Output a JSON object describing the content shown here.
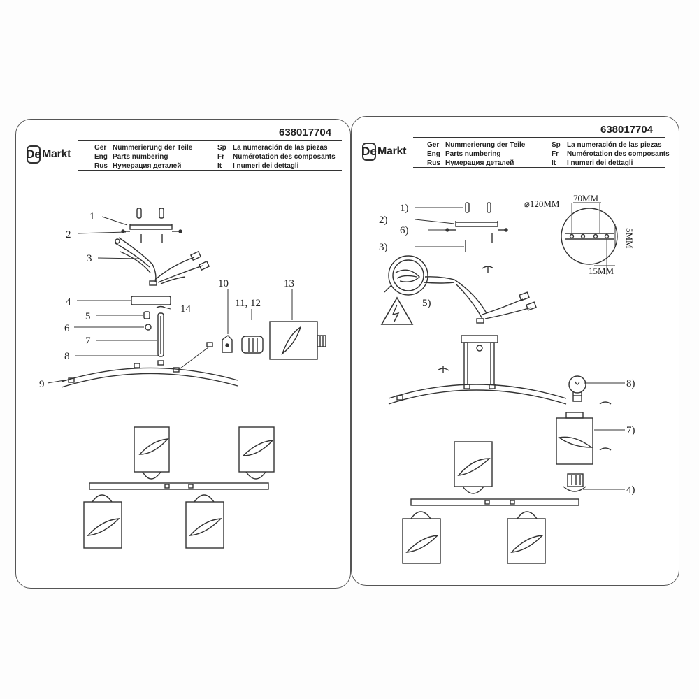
{
  "product_code": "638017704",
  "brand": {
    "name": "Markt",
    "mark": "De"
  },
  "languages": [
    {
      "code": "Ger",
      "text": "Nummerierung der Teile"
    },
    {
      "code": "Sp",
      "text": "La numeración de las piezas"
    },
    {
      "code": "Eng",
      "text": "Parts numbering"
    },
    {
      "code": "Fr",
      "text": "Numérotation des composants"
    },
    {
      "code": "Rus",
      "text": "Нумерация деталей"
    },
    {
      "code": "It",
      "text": "I numeri dei dettagli"
    }
  ],
  "left_labels": [
    "1",
    "2",
    "3",
    "4",
    "5",
    "6",
    "7",
    "8",
    "9",
    "10",
    "11, 12",
    "13",
    "14"
  ],
  "right_labels": [
    "1)",
    "2)",
    "6)",
    "3)",
    "5)",
    "8)",
    "7)",
    "4)"
  ],
  "dimensions": {
    "diameter": "⌀120MM",
    "width": "70MM",
    "depth": "5MM",
    "offset": "15MM"
  },
  "warning_icon": "high-voltage-icon",
  "colors": {
    "line": "#333333",
    "panel_border": "#555555"
  }
}
